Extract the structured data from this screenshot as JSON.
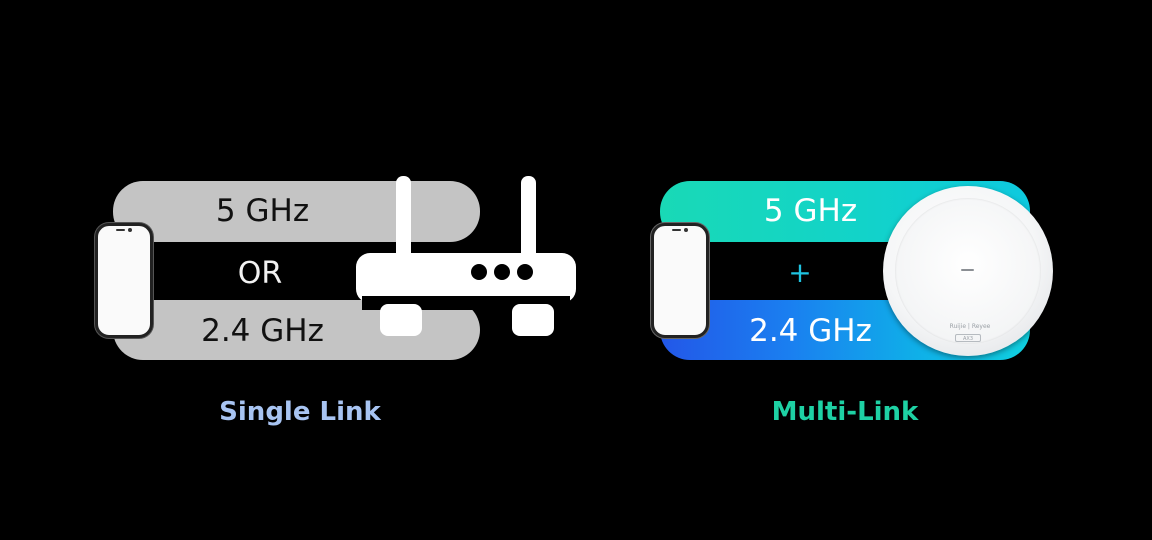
{
  "single_link": {
    "band_top_label": "5 GHz",
    "connector_label": "OR",
    "band_bottom_label": "2.4 GHz",
    "caption": "Single Link",
    "caption_color": "#a8c4f2",
    "band_color": "#c4c4c4"
  },
  "multi_link": {
    "band_top_label": "5 GHz",
    "connector_label": "+",
    "band_bottom_label": "2.4 GHz",
    "caption": "Multi-Link",
    "caption_color": "#1ed1a4",
    "band_top_color": "#19d9b6",
    "band_bottom_color": "#2357e8",
    "access_point": {
      "brand_text": "Ruijie | Reyee",
      "model_text": "AX3"
    }
  },
  "icons": {
    "left_device": "smartphone-icon",
    "router": "wifi-router-icon",
    "right_device": "smartphone-icon",
    "access_point": "ceiling-access-point-icon"
  }
}
